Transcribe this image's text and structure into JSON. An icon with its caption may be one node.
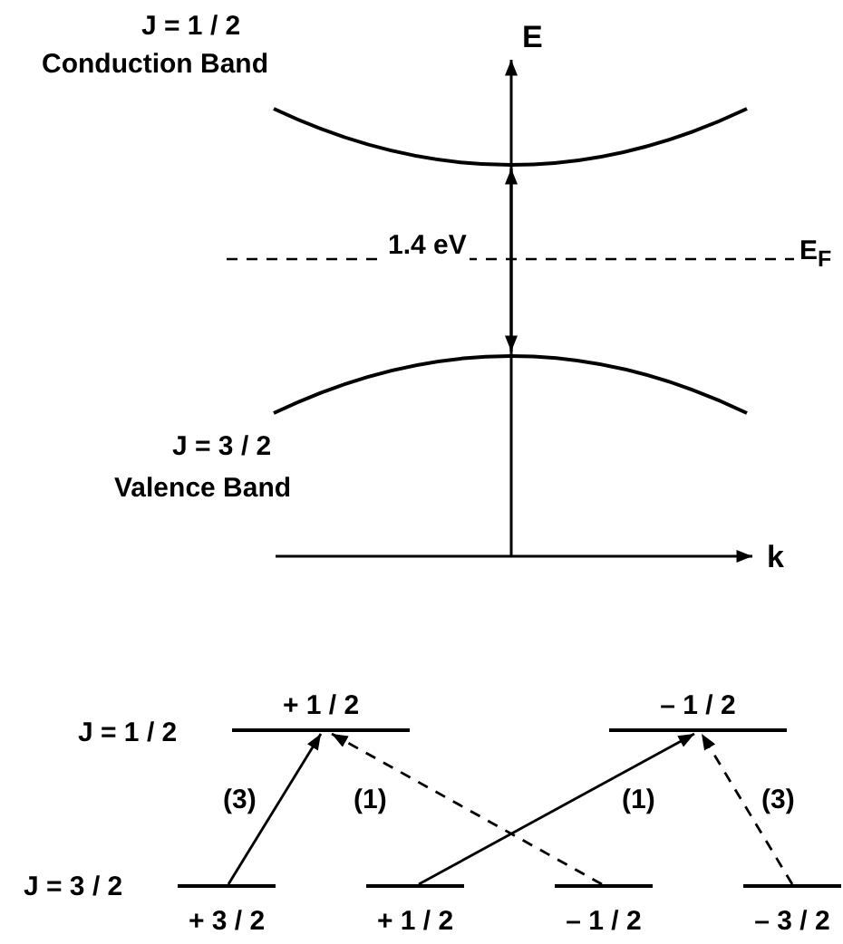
{
  "diagram": {
    "nodes": [
      {
        "text": [
          "+ 1 / 2"
        ],
        "beside": [
          "J = 1 / 2"
        ]
      },
      {
        "text": [
          "– 1 / 2"
        ]
      },
      {
        "text": [
          "+ 3 / 2"
        ],
        "beside": [
          "J = 3 / 2"
        ]
      },
      {
        "text": [
          "+ 1 / 2"
        ]
      },
      {
        "text": [
          "– 1 / 2"
        ]
      },
      {
        "text": [
          "– 3 / 2"
        ]
      }
    ],
    "edges": [
      {
        "from": 2,
        "to": 0,
        "arrow": "to",
        "label": "(3)"
      },
      {
        "from": 4,
        "to": 0,
        "arrow": "to",
        "style": "dashed",
        "label": "(1)"
      },
      {
        "from": 3,
        "to": 1,
        "arrow": "to",
        "label": "(1)"
      },
      {
        "from": 5,
        "to": 1,
        "arrow": "to",
        "style": "dashed",
        "label": "(3)"
      }
    ],
    "labels": [
      "J = 1 / 2",
      "Conduction Band",
      "E",
      "1.4 eV",
      "E$_{F}$",
      "J = 3 / 2",
      "Valence Band",
      "k"
    ]
  }
}
